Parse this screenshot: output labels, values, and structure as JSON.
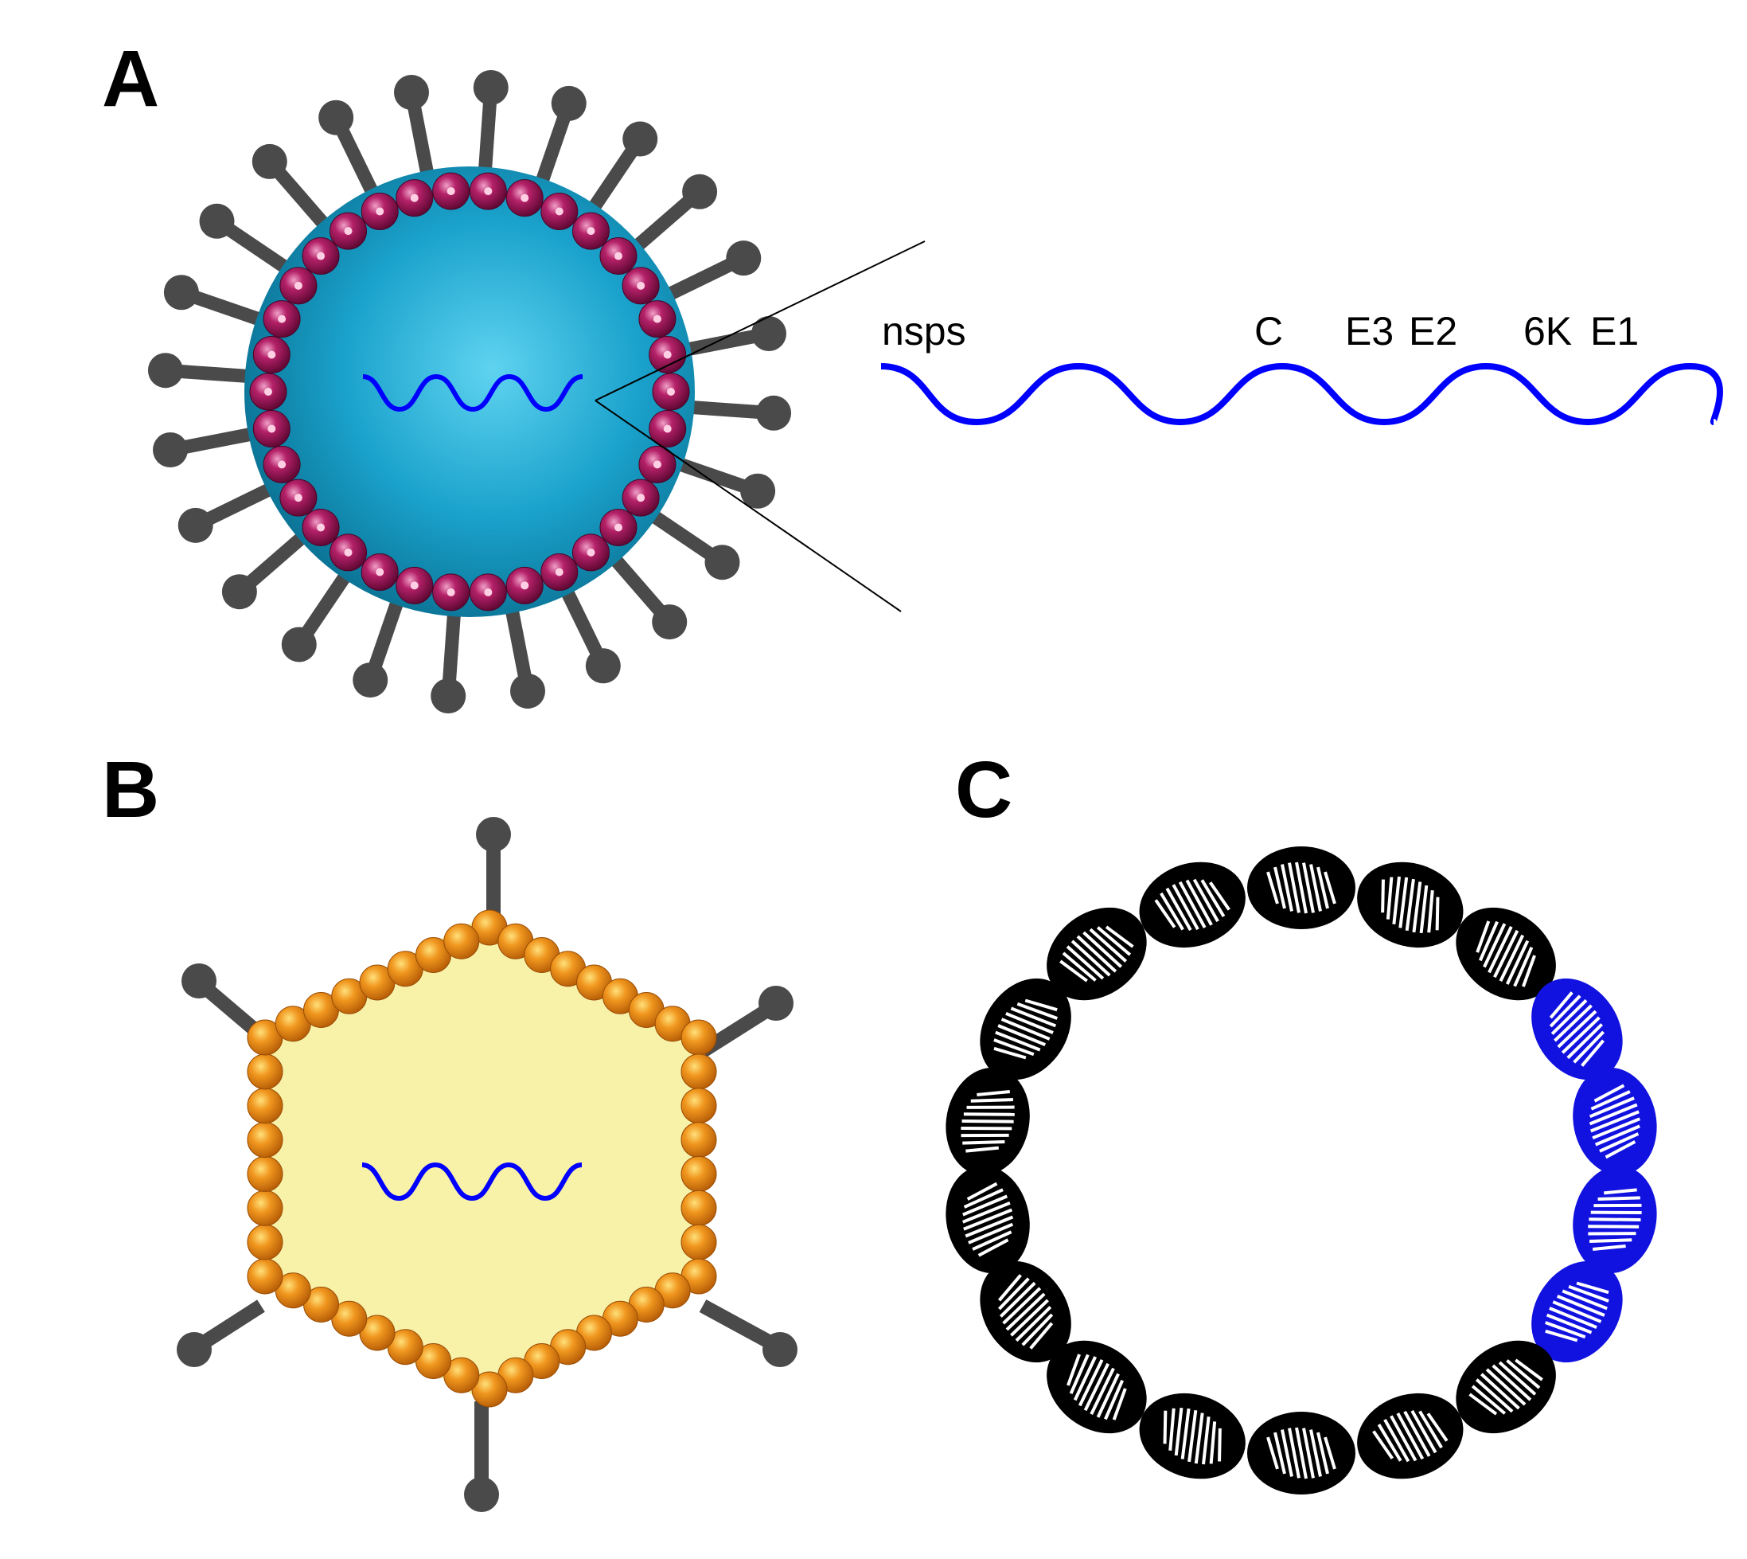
{
  "panels": {
    "a": {
      "letter": "A",
      "genome_labels": [
        "nsps",
        "C",
        "E3",
        "E2",
        "6K",
        "E1"
      ]
    },
    "b": {
      "letter": "B"
    },
    "c": {
      "letter": "C",
      "segments_total": 18,
      "segments_highlighted": 4
    }
  },
  "colors": {
    "envelope_outer": "#0a6f90",
    "envelope_inner": "#5fd3f0",
    "capsid_bead": "#8a0f4a",
    "spike": "#4a4a4a",
    "rna": "#0000ff",
    "hexagon_fill": "#f8f1a8",
    "orange_bead": "#e08010",
    "plasmid_dark": "#000000",
    "plasmid_highlight": "#1212e0"
  }
}
